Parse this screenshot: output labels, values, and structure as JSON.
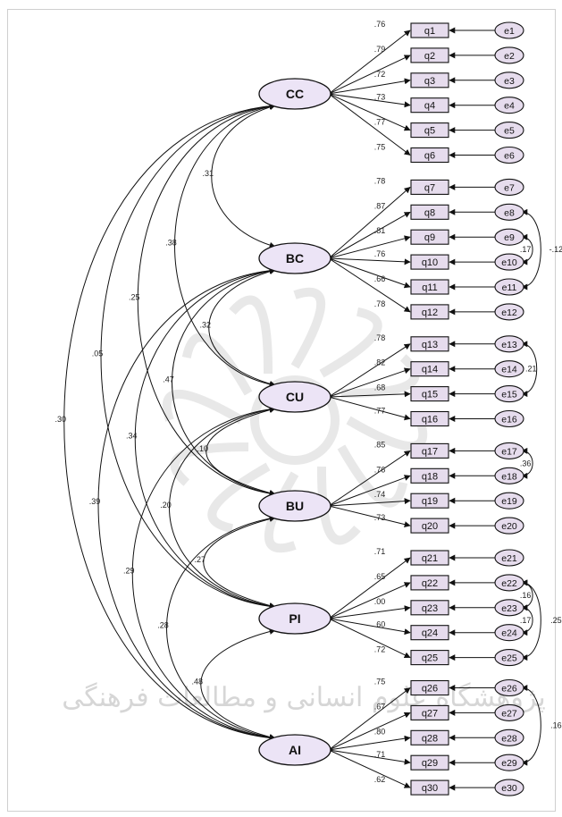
{
  "latent": [
    {
      "id": "CC",
      "label": "CC"
    },
    {
      "id": "BC",
      "label": "BC"
    },
    {
      "id": "CU",
      "label": "CU"
    },
    {
      "id": "BU",
      "label": "BU"
    },
    {
      "id": "PI",
      "label": "PI"
    },
    {
      "id": "AI",
      "label": "AI"
    }
  ],
  "indicators": [
    {
      "q": "q1",
      "e": "e1",
      "loading": ".76",
      "factor": "CC"
    },
    {
      "q": "q2",
      "e": "e2",
      "loading": ".79",
      "factor": "CC"
    },
    {
      "q": "q3",
      "e": "e3",
      "loading": ".72",
      "factor": "CC"
    },
    {
      "q": "q4",
      "e": "e4",
      "loading": ".73",
      "factor": "CC"
    },
    {
      "q": "q5",
      "e": "e5",
      "loading": ".77",
      "factor": "CC"
    },
    {
      "q": "q6",
      "e": "e6",
      "loading": ".75",
      "factor": "CC"
    },
    {
      "q": "q7",
      "e": "e7",
      "loading": ".78",
      "factor": "BC"
    },
    {
      "q": "q8",
      "e": "e8",
      "loading": ".87",
      "factor": "BC"
    },
    {
      "q": "q9",
      "e": "e9",
      "loading": ".81",
      "factor": "BC"
    },
    {
      "q": "q10",
      "e": "e10",
      "loading": ".76",
      "factor": "BC"
    },
    {
      "q": "q11",
      "e": "e11",
      "loading": ".66",
      "factor": "BC"
    },
    {
      "q": "q12",
      "e": "e12",
      "loading": ".78",
      "factor": "BC"
    },
    {
      "q": "q13",
      "e": "e13",
      "loading": ".78",
      "factor": "CU"
    },
    {
      "q": "q14",
      "e": "e14",
      "loading": ".82",
      "factor": "CU"
    },
    {
      "q": "q15",
      "e": "e15",
      "loading": ".68",
      "factor": "CU"
    },
    {
      "q": "q16",
      "e": "e16",
      "loading": ".77",
      "factor": "CU"
    },
    {
      "q": "q17",
      "e": "e17",
      "loading": ".85",
      "factor": "BU"
    },
    {
      "q": "q18",
      "e": "e18",
      "loading": ".76",
      "factor": "BU"
    },
    {
      "q": "q19",
      "e": "e19",
      "loading": ".74",
      "factor": "BU"
    },
    {
      "q": "q20",
      "e": "e20",
      "loading": ".73",
      "factor": "BU"
    },
    {
      "q": "q21",
      "e": "e21",
      "loading": ".71",
      "factor": "PI"
    },
    {
      "q": "q22",
      "e": "e22",
      "loading": ".65",
      "factor": "PI"
    },
    {
      "q": "q23",
      "e": "e23",
      "loading": ".00",
      "factor": "PI"
    },
    {
      "q": "q24",
      "e": "e24",
      "loading": ".60",
      "factor": "PI"
    },
    {
      "q": "q25",
      "e": "e25",
      "loading": ".72",
      "factor": "PI"
    },
    {
      "q": "q26",
      "e": "e26",
      "loading": ".75",
      "factor": "AI"
    },
    {
      "q": "q27",
      "e": "e27",
      "loading": ".67",
      "factor": "AI"
    },
    {
      "q": "q28",
      "e": "e28",
      "loading": ".80",
      "factor": "AI"
    },
    {
      "q": "q29",
      "e": "e29",
      "loading": ".71",
      "factor": "AI"
    },
    {
      "q": "q30",
      "e": "e30",
      "loading": ".62",
      "factor": "AI"
    }
  ],
  "factor_covariances": [
    {
      "from": "CC",
      "to": "BC",
      "value": ".31"
    },
    {
      "from": "CC",
      "to": "CU",
      "value": ".38"
    },
    {
      "from": "CC",
      "to": "BU",
      "value": ".25"
    },
    {
      "from": "CC",
      "to": "PI",
      "value": ".05"
    },
    {
      "from": "CC",
      "to": "AI",
      "value": ".30"
    },
    {
      "from": "BC",
      "to": "CU",
      "value": ".32"
    },
    {
      "from": "BC",
      "to": "BU",
      "value": ".47"
    },
    {
      "from": "BC",
      "to": "PI",
      "value": ".34"
    },
    {
      "from": "BC",
      "to": "AI",
      "value": ".39"
    },
    {
      "from": "CU",
      "to": "BU",
      "value": ".10"
    },
    {
      "from": "CU",
      "to": "PI",
      "value": ".20"
    },
    {
      "from": "CU",
      "to": "AI",
      "value": ".29"
    },
    {
      "from": "BU",
      "to": "PI",
      "value": ".27"
    },
    {
      "from": "BU",
      "to": "AI",
      "value": ".28"
    },
    {
      "from": "PI",
      "to": "AI",
      "value": ".48"
    }
  ],
  "error_covariances": [
    {
      "from": "e9",
      "to": "e10",
      "value": ".17"
    },
    {
      "from": "e8",
      "to": "e11",
      "value": "-.12"
    },
    {
      "from": "e13",
      "to": "e15",
      "value": ".21"
    },
    {
      "from": "e17",
      "to": "e18",
      "value": ".36"
    },
    {
      "from": "e22",
      "to": "e23",
      "value": ".16"
    },
    {
      "from": "e23",
      "to": "e24",
      "value": ".17"
    },
    {
      "from": "e22",
      "to": "e25",
      "value": ".25"
    },
    {
      "from": "e26",
      "to": "e29",
      "value": ".16"
    }
  ],
  "watermark": "پژوهشگاه علوم انسانی و مطالعات فرهنگی"
}
